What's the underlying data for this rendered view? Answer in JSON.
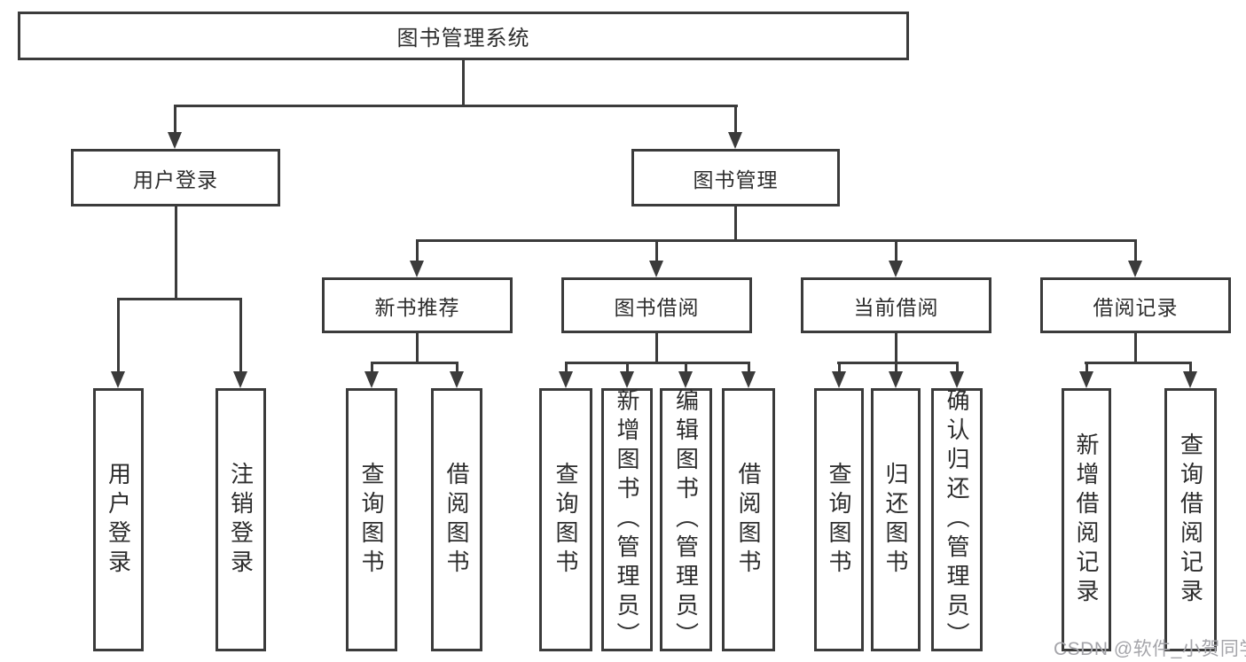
{
  "diagram": {
    "type": "hierarchy-tree",
    "colors": {
      "line": "#3b3b3b",
      "box_border": "#3b3b3b",
      "box_fill": "#ffffff",
      "text": "#2d2d2d",
      "background": "#ffffff",
      "watermark": "#a5a5aa"
    },
    "nodes": {
      "root": {
        "label": "图书管理系统"
      },
      "user_login": {
        "label": "用户登录"
      },
      "book_mgmt": {
        "label": "图书管理"
      },
      "new_book_rec": {
        "label": "新书推荐"
      },
      "book_borrow": {
        "label": "图书借阅"
      },
      "current_borrow": {
        "label": "当前借阅"
      },
      "borrow_record": {
        "label": "借阅记录"
      },
      "leaf_user_login": {
        "label": "用户登录"
      },
      "leaf_logout": {
        "label": "注销登录"
      },
      "leaf_query_book_1": {
        "label": "查询图书"
      },
      "leaf_borrow_book_1": {
        "label": "借阅图书"
      },
      "leaf_query_book_2": {
        "label": "查询图书"
      },
      "leaf_add_book": {
        "label": "新增图书（管理员）"
      },
      "leaf_edit_book": {
        "label": "编辑图书（管理员）"
      },
      "leaf_borrow_book_2": {
        "label": "借阅图书"
      },
      "leaf_query_book_3": {
        "label": "查询图书"
      },
      "leaf_return_book": {
        "label": "归还图书"
      },
      "leaf_confirm_return": {
        "label": "确认归还（管理员）"
      },
      "leaf_add_record": {
        "label": "新增借阅记录"
      },
      "leaf_query_record": {
        "label": "查询借阅记录"
      }
    },
    "edges": [
      [
        "root",
        "user_login"
      ],
      [
        "root",
        "book_mgmt"
      ],
      [
        "user_login",
        "leaf_user_login"
      ],
      [
        "user_login",
        "leaf_logout"
      ],
      [
        "book_mgmt",
        "new_book_rec"
      ],
      [
        "book_mgmt",
        "book_borrow"
      ],
      [
        "book_mgmt",
        "current_borrow"
      ],
      [
        "book_mgmt",
        "borrow_record"
      ],
      [
        "new_book_rec",
        "leaf_query_book_1"
      ],
      [
        "new_book_rec",
        "leaf_borrow_book_1"
      ],
      [
        "book_borrow",
        "leaf_query_book_2"
      ],
      [
        "book_borrow",
        "leaf_add_book"
      ],
      [
        "book_borrow",
        "leaf_edit_book"
      ],
      [
        "book_borrow",
        "leaf_borrow_book_2"
      ],
      [
        "current_borrow",
        "leaf_query_book_3"
      ],
      [
        "current_borrow",
        "leaf_return_book"
      ],
      [
        "current_borrow",
        "leaf_confirm_return"
      ],
      [
        "borrow_record",
        "leaf_add_record"
      ],
      [
        "borrow_record",
        "leaf_query_record"
      ]
    ]
  },
  "watermark": {
    "text": "CSDN @软件_小贺同学"
  }
}
